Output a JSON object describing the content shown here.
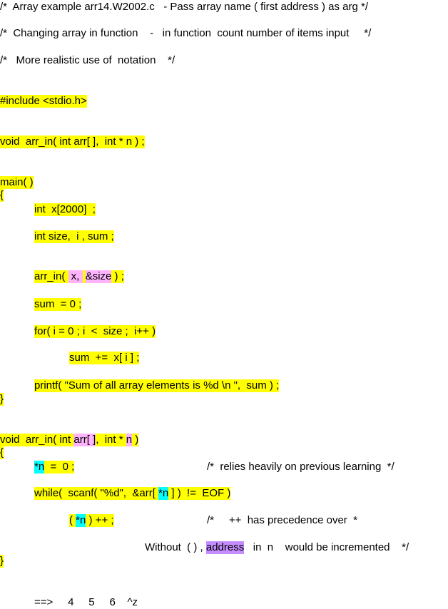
{
  "colors": {
    "yellow": "#ffff00",
    "pink": "#ffb3ff",
    "cyan": "#00ffff",
    "purple": "#c58cff"
  },
  "lines": [
    {
      "name": "comment-title",
      "segs": [
        {
          "t": "/*  Array example arr14.W2002.c   - Pass array name ( first address ) as arg */",
          "h": ""
        }
      ]
    },
    {
      "name": "comment-changing",
      "segs": [
        {
          "t": "/*  Changing array in function    -   in function  count number of items input     */",
          "h": ""
        }
      ]
    },
    {
      "name": "comment-notation",
      "segs": [
        {
          "t": "/*   More realistic use of  notation    */",
          "h": ""
        }
      ]
    },
    {
      "name": "include-line",
      "segs": [
        {
          "t": "#include <stdio.h>",
          "h": "y"
        }
      ]
    },
    {
      "name": "prototype-line",
      "segs": [
        {
          "t": "void  arr_in( int arr[ ],  int * n ) ;",
          "h": "y"
        }
      ]
    },
    {
      "name": "main-line",
      "segs": [
        {
          "t": "main( )",
          "h": "y"
        }
      ]
    },
    {
      "name": "open-brace-main",
      "segs": [
        {
          "t": "{",
          "h": "y"
        }
      ]
    },
    {
      "name": "decl-x",
      "segs": [
        {
          "t": "int  x[2000]  ;",
          "h": "y"
        }
      ]
    },
    {
      "name": "decl-size",
      "segs": [
        {
          "t": "int size,  i , sum ;",
          "h": "y"
        }
      ]
    },
    {
      "name": "call-arr-in",
      "segs": [
        {
          "t": "arr_in( ",
          "h": "y"
        },
        {
          "t": " x, ",
          "h": "p"
        },
        {
          "t": " ",
          "h": "y"
        },
        {
          "t": "&size",
          "h": "p"
        },
        {
          "t": " ) ;",
          "h": "y"
        }
      ]
    },
    {
      "name": "sum-init",
      "segs": [
        {
          "t": "sum  = 0 ;",
          "h": "y"
        }
      ]
    },
    {
      "name": "for-loop",
      "segs": [
        {
          "t": "for( i = 0 ; i  <  size ;  i++ )",
          "h": "y"
        }
      ]
    },
    {
      "name": "sum-add",
      "segs": [
        {
          "t": "sum  +=  x[ i ] ;",
          "h": "y"
        }
      ]
    },
    {
      "name": "printf-line",
      "segs": [
        {
          "t": "printf( \"Sum of all array elements is %d \\n \",  sum ) ;",
          "h": "y"
        }
      ]
    },
    {
      "name": "close-brace-main",
      "segs": [
        {
          "t": "}",
          "h": "y"
        }
      ]
    },
    {
      "name": "func-header",
      "segs": [
        {
          "t": "void  arr_in( int ",
          "h": "y"
        },
        {
          "t": "arr[ ]",
          "h": "p"
        },
        {
          "t": ",  int * ",
          "h": "y"
        },
        {
          "t": "n",
          "h": "p"
        },
        {
          "t": " )",
          "h": "y"
        }
      ]
    },
    {
      "name": "open-brace-func",
      "segs": [
        {
          "t": "{",
          "h": "y"
        }
      ]
    },
    {
      "name": "n-init",
      "segs": [
        {
          "t": "*n",
          "h": "c"
        },
        {
          "t": "  =  0 ;",
          "h": "y"
        }
      ]
    },
    {
      "name": "comment-relies",
      "segs": [
        {
          "t": "/*  relies heavily on previous learning  */",
          "h": ""
        }
      ]
    },
    {
      "name": "while-line",
      "segs": [
        {
          "t": "while(  scanf( \"%d\",  &arr[ ",
          "h": "y"
        },
        {
          "t": "*n",
          "h": "c"
        },
        {
          "t": " ] )  !=  EOF )",
          "h": "y"
        }
      ]
    },
    {
      "name": "increment-line",
      "segs": [
        {
          "t": "( ",
          "h": "y"
        },
        {
          "t": "*n",
          "h": "c"
        },
        {
          "t": " ) ++ ;",
          "h": "y"
        }
      ]
    },
    {
      "name": "comment-precedence",
      "segs": [
        {
          "t": "/*     ++  has precedence over  *",
          "h": ""
        }
      ]
    },
    {
      "name": "comment-without",
      "segs": [
        {
          "t": "Without  ( ) , ",
          "h": ""
        },
        {
          "t": "address",
          "h": "v"
        },
        {
          "t": "   in  n    would be incremented    */",
          "h": ""
        }
      ]
    },
    {
      "name": "close-brace-func",
      "segs": [
        {
          "t": "}",
          "h": "y"
        }
      ]
    },
    {
      "name": "input-example",
      "segs": [
        {
          "t": "==>     4     5     6    ^z",
          "h": ""
        }
      ]
    }
  ]
}
